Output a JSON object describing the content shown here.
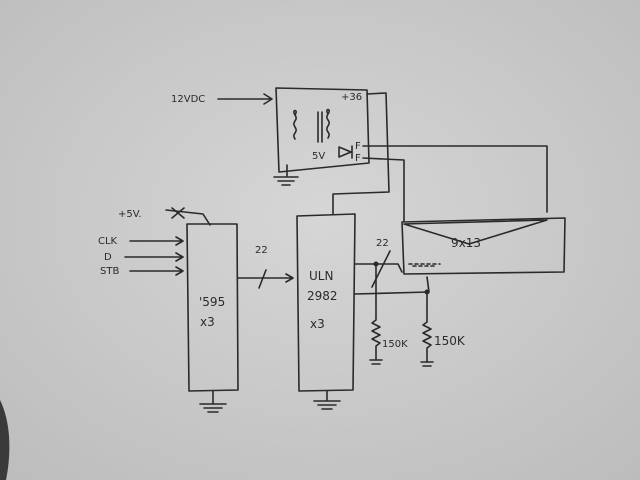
{
  "photo": {
    "paper_color": "#d3d3d3",
    "ink_color": "#2a2a2a"
  },
  "power_supply": {
    "input_label": "12VDC",
    "output_high": "+36",
    "output_low": "5V",
    "filament_labels": [
      "F",
      "F"
    ]
  },
  "logic_inputs": {
    "supply": "+5V.",
    "clock": "CLK",
    "data": "D",
    "strobe": "STB"
  },
  "shift_register": {
    "part": "'595",
    "count": "x3"
  },
  "driver": {
    "part_line1": "ULN",
    "part_line2": "2982",
    "count": "x3"
  },
  "bus_labels": {
    "register_to_driver": "22",
    "driver_to_display": "22"
  },
  "display": {
    "label": "9x13"
  },
  "pulldowns": {
    "left": "150K",
    "right": "150K"
  }
}
